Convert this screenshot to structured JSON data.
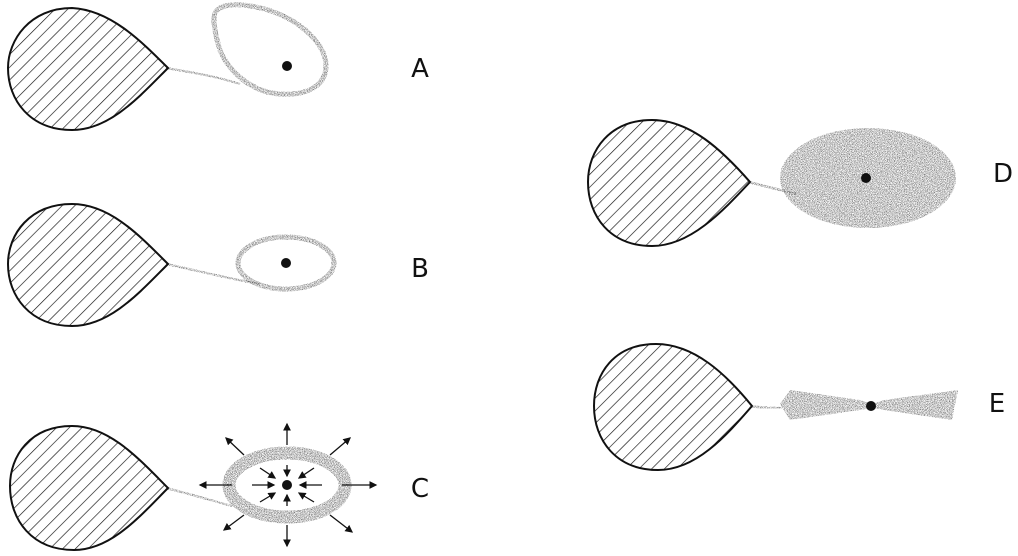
{
  "panels": [
    {
      "id": "A",
      "label": "A",
      "description_key": "elongated-disk"
    },
    {
      "id": "B",
      "label": "B",
      "description_key": "ring-disk"
    },
    {
      "id": "C",
      "label": "C",
      "description_key": "expanding-ring"
    },
    {
      "id": "D",
      "label": "D",
      "description_key": "filled-disk"
    },
    {
      "id": "E",
      "label": "E",
      "description_key": "edge-on-disk"
    }
  ],
  "colors": {
    "ink": "#111111",
    "background": "#ffffff",
    "speckle": "#1a1a1a"
  },
  "icons": {
    "donor": "hatched-teardrop-icon",
    "accretor": "black-dot-icon",
    "outflow": "arrow-icon"
  }
}
